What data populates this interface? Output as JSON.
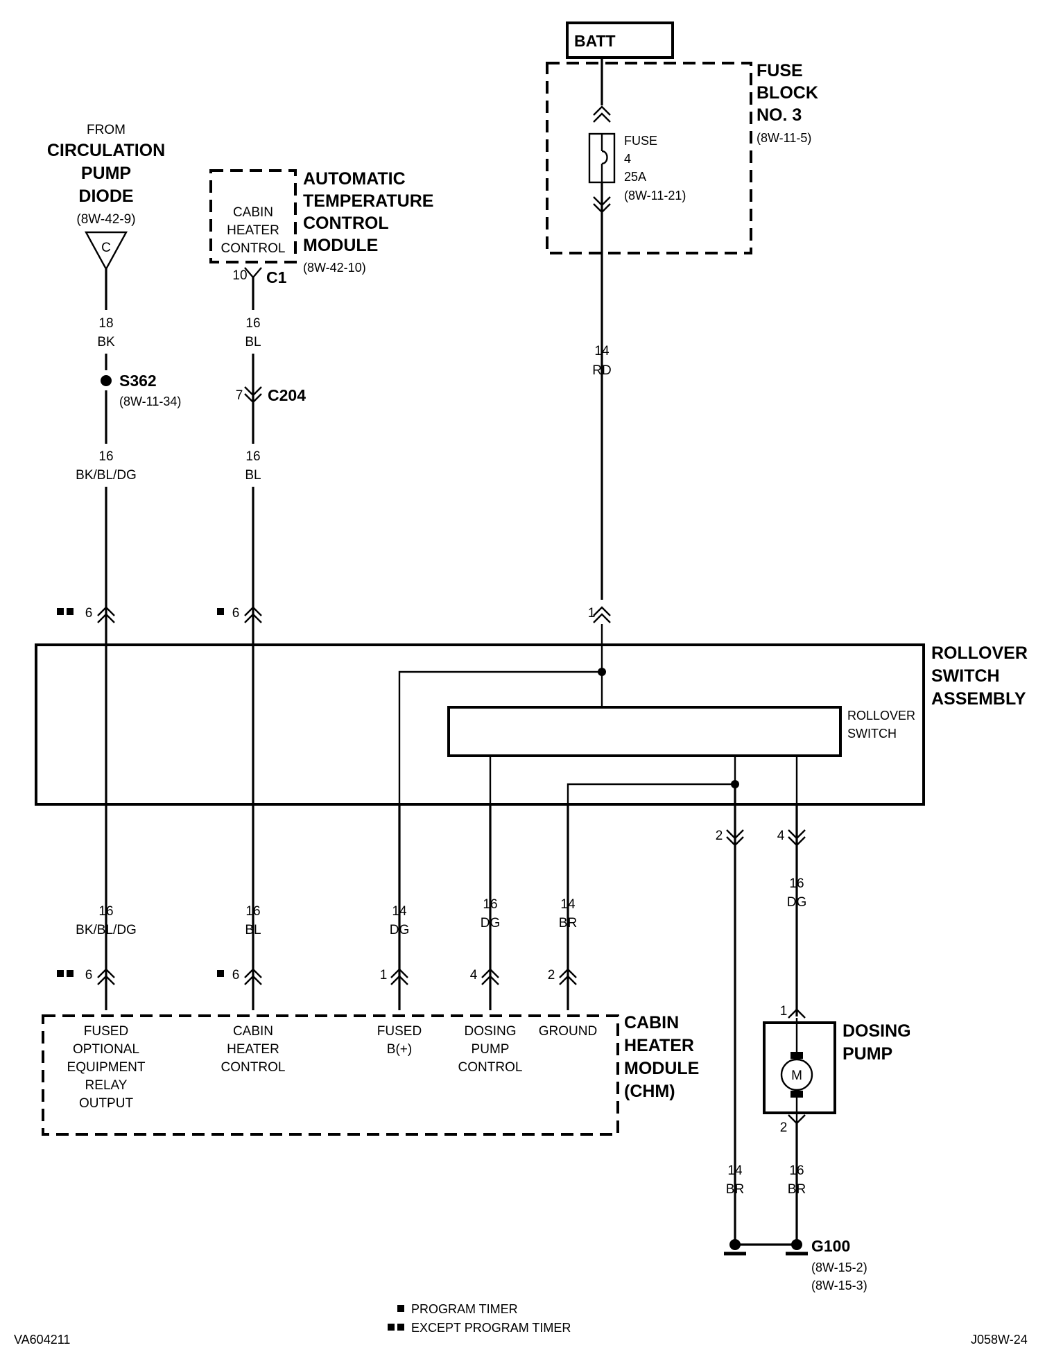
{
  "batt": "BATT",
  "fuse_block": {
    "title": [
      "FUSE",
      "BLOCK",
      "NO. 3"
    ],
    "ref": "(8W-11-5)"
  },
  "fuse": {
    "lines": [
      "FUSE",
      "4",
      "25A",
      "(8W-11-21)"
    ]
  },
  "circ_pump": {
    "from": "FROM",
    "title": [
      "CIRCULATION",
      "PUMP",
      "DIODE"
    ],
    "ref": "(8W-42-9)",
    "connector": "C"
  },
  "atc": {
    "inner": [
      "CABIN",
      "HEATER",
      "CONTROL"
    ],
    "title": [
      "AUTOMATIC",
      "TEMPERATURE",
      "CONTROL",
      "MODULE"
    ],
    "ref": "(8W-42-10)",
    "pin": "10",
    "connector": "C1"
  },
  "splice": {
    "name": "S362",
    "ref": "(8W-11-34)"
  },
  "c204": {
    "pin": "7",
    "name": "C204"
  },
  "wires": {
    "w18bk": [
      "18",
      "BK"
    ],
    "w16bl_top": [
      "16",
      "BL"
    ],
    "w16bkbldg": [
      "16",
      "BK/BL/DG"
    ],
    "w16bl": [
      "16",
      "BL"
    ],
    "w14rd": [
      "14",
      "RD"
    ],
    "w14dg": [
      "14",
      "DG"
    ],
    "w16dg": [
      "16",
      "DG"
    ],
    "w14br": [
      "14",
      "BR"
    ],
    "w16dg_pump": [
      "16",
      "DG"
    ],
    "w14br_g": [
      "14",
      "BR"
    ],
    "w16br_g": [
      "16",
      "BR"
    ]
  },
  "pins": {
    "p6": "6",
    "p1": "1",
    "p2": "2",
    "p4": "4"
  },
  "rollover_assembly": [
    "ROLLOVER",
    "SWITCH",
    "ASSEMBLY"
  ],
  "rollover_switch": [
    "ROLLOVER",
    "SWITCH"
  ],
  "chm": {
    "title": [
      "CABIN",
      "HEATER",
      "MODULE",
      "(CHM)"
    ],
    "terminals": [
      [
        "FUSED",
        "OPTIONAL",
        "EQUIPMENT",
        "RELAY",
        "OUTPUT"
      ],
      [
        "CABIN",
        "HEATER",
        "CONTROL"
      ],
      [
        "FUSED",
        "B(+)"
      ],
      [
        "DOSING",
        "PUMP",
        "CONTROL"
      ],
      [
        "GROUND"
      ]
    ]
  },
  "dosing_pump": {
    "title": [
      "DOSING",
      "PUMP"
    ],
    "motor": "M",
    "pin_top": "1",
    "pin_bottom": "2"
  },
  "ground": {
    "name": "G100",
    "refs": [
      "(8W-15-2)",
      "(8W-15-3)"
    ]
  },
  "legend": [
    {
      "symbol": "single",
      "text": "PROGRAM TIMER"
    },
    {
      "symbol": "double",
      "text": "EXCEPT PROGRAM TIMER"
    }
  ],
  "footer": {
    "left": "VA604211",
    "right": "J058W-24"
  }
}
